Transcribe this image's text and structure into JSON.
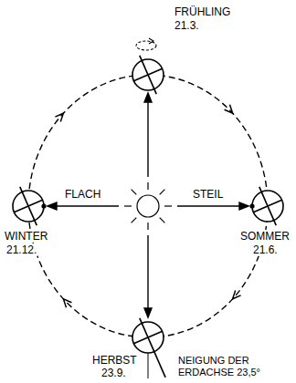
{
  "diagram": {
    "labels": [
      "FRÜHLING",
      "21.3.",
      "FLACH",
      "STEIL",
      "WINTER",
      "21.12.",
      "SOMMER",
      "21.6.",
      "HERBST",
      "23.9.",
      "NEIGUNG DER ERDACHSE 23,5°"
    ]
  }
}
